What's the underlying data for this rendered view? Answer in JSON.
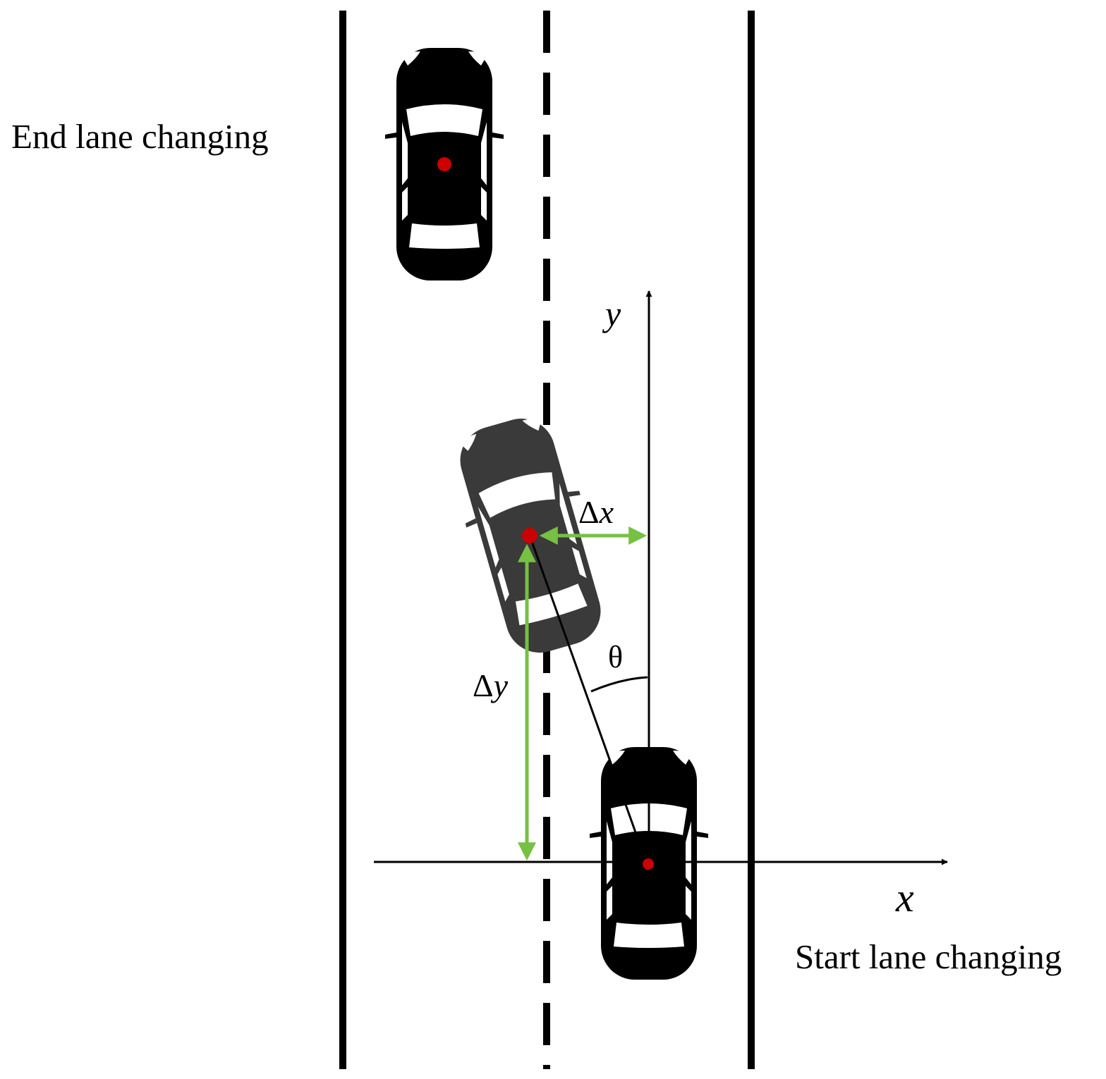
{
  "labels": {
    "end": "End lane changing",
    "start": "Start lane changing"
  },
  "axes": {
    "x_label": "x",
    "y_label": "y"
  },
  "annotations": {
    "delta_x": "Δ",
    "delta_x_var": "x",
    "delta_y": "Δ",
    "delta_y_var": "y",
    "theta": "θ"
  },
  "colors": {
    "vehicle_end": "#000000",
    "vehicle_mid": "#3a3a3a",
    "vehicle_start": "#000000",
    "center_point": "#cc0000",
    "displacement_arrow": "#77c043",
    "lane_line": "#000000"
  }
}
